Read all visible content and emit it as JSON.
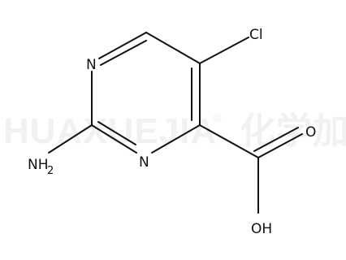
{
  "watermark": {
    "text": "HUAXUEJIA",
    "reg": "®",
    "cjk": "化学加",
    "color": "#f1f1f1"
  },
  "atoms": {
    "cl": "Cl",
    "n_top": "N",
    "n_bottom": "N",
    "nh2_main": "NH",
    "nh2_sub": "2",
    "o_carbonyl": "O",
    "oh": "OH"
  },
  "colors": {
    "bond": "#111111",
    "text": "#111111"
  }
}
